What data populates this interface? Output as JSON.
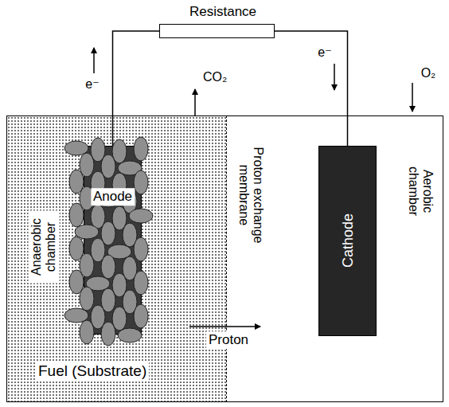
{
  "diagram": {
    "nodes": [
      {
        "text": [
          "Anaerobic chamber",
          "Fuel (Substrate)"
        ]
      },
      {
        "text": [
          "Anode"
        ],
        "in": 0
      },
      {
        "text": [
          "Aerobic chamber"
        ]
      },
      {
        "text": [
          "Cathode"
        ],
        "in": 2
      },
      {
        "text": [
          "Resistance"
        ]
      }
    ],
    "edges": [
      {
        "from": 1,
        "to": 4,
        "arrow": "none"
      },
      {
        "from": 4,
        "to": 3,
        "arrow": "none"
      }
    ],
    "labels": [
      "e⁻",
      "e⁻",
      "CO₂",
      "O₂",
      "Proton exchange membrane",
      "Proton"
    ]
  }
}
